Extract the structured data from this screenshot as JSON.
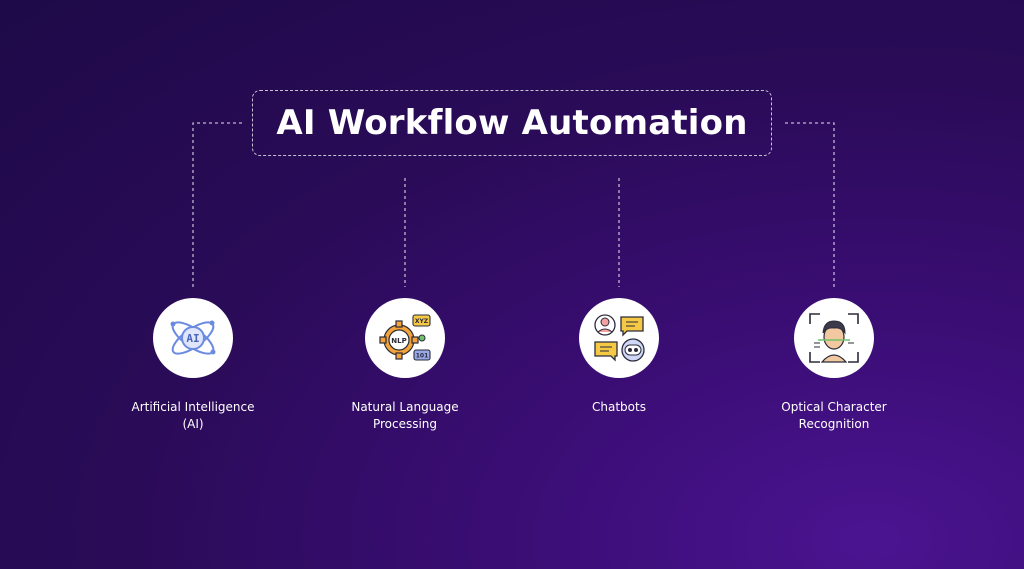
{
  "title": "AI Workflow Automation",
  "nodes": [
    {
      "line1": "Artificial Intelligence",
      "line2": "(AI)",
      "icon": "ai-atom-icon"
    },
    {
      "line1": "Natural Language",
      "line2": "Processing",
      "icon": "nlp-gear-icon"
    },
    {
      "line1": "Chatbots",
      "line2": "",
      "icon": "chatbot-icon"
    },
    {
      "line1": "Optical Character",
      "line2": "Recognition",
      "icon": "face-scan-icon"
    }
  ],
  "icon_text": {
    "ai": "AI",
    "nlp": "NLP",
    "xyz": "XYZ",
    "binary": "101"
  },
  "colors": {
    "background": "#2a0b58",
    "accent": "#ffffff",
    "icon_blue": "#6b8be0",
    "icon_orange": "#f2a33a",
    "icon_yellow": "#f6c945"
  }
}
